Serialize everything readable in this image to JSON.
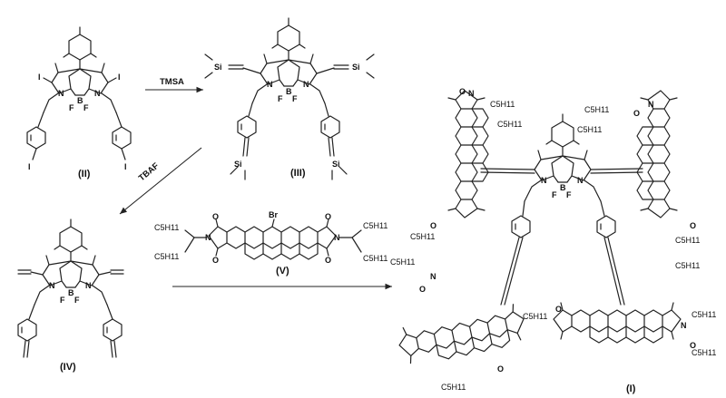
{
  "compounds": {
    "II": "(II)",
    "III": "(III)",
    "IV": "(IV)",
    "V": "(V)",
    "I": "(I)"
  },
  "reagents": {
    "step1": "TMSA",
    "step2": "TBAF"
  },
  "atoms": {
    "iodine": "I",
    "nitrogen": "N",
    "boron": "B",
    "fluorine": "F",
    "silicon": "Si",
    "bromine": "Br",
    "oxygen": "O",
    "pentyl": "C5H11"
  }
}
